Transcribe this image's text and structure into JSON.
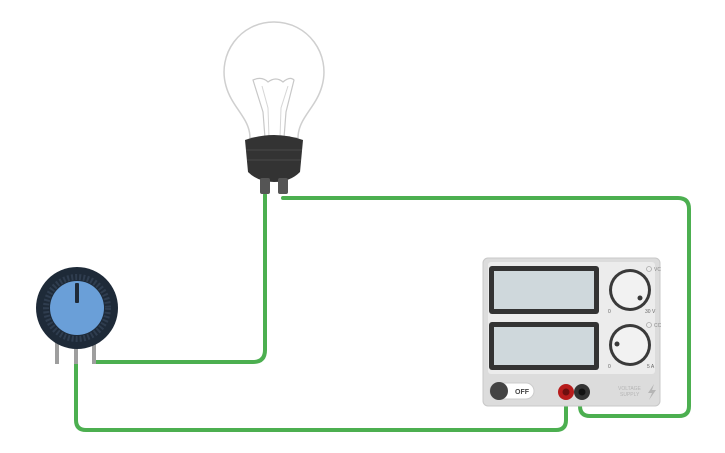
{
  "power_supply": {
    "switch_label": "OFF",
    "knobs": [
      {
        "indicator": "VC",
        "min_label": "0",
        "max_label": "30 V"
      },
      {
        "indicator": "CC",
        "min_label": "0",
        "max_label": "5 A"
      }
    ],
    "brand_line1": "VOLTAGE",
    "brand_line2": "SUPPLY",
    "displays": [
      "",
      ""
    ]
  },
  "potentiometer": {
    "name": "Potentiometer"
  },
  "light_bulb": {
    "name": "Light bulb"
  },
  "colors": {
    "wire": "#4caf50",
    "terminal_positive": "#b71c1c",
    "terminal_negative": "#333333",
    "display": "#cfd8dc",
    "pot_face": "#6a9fd8",
    "pot_ring": "#1e2a38",
    "bulb_base": "#333333"
  }
}
